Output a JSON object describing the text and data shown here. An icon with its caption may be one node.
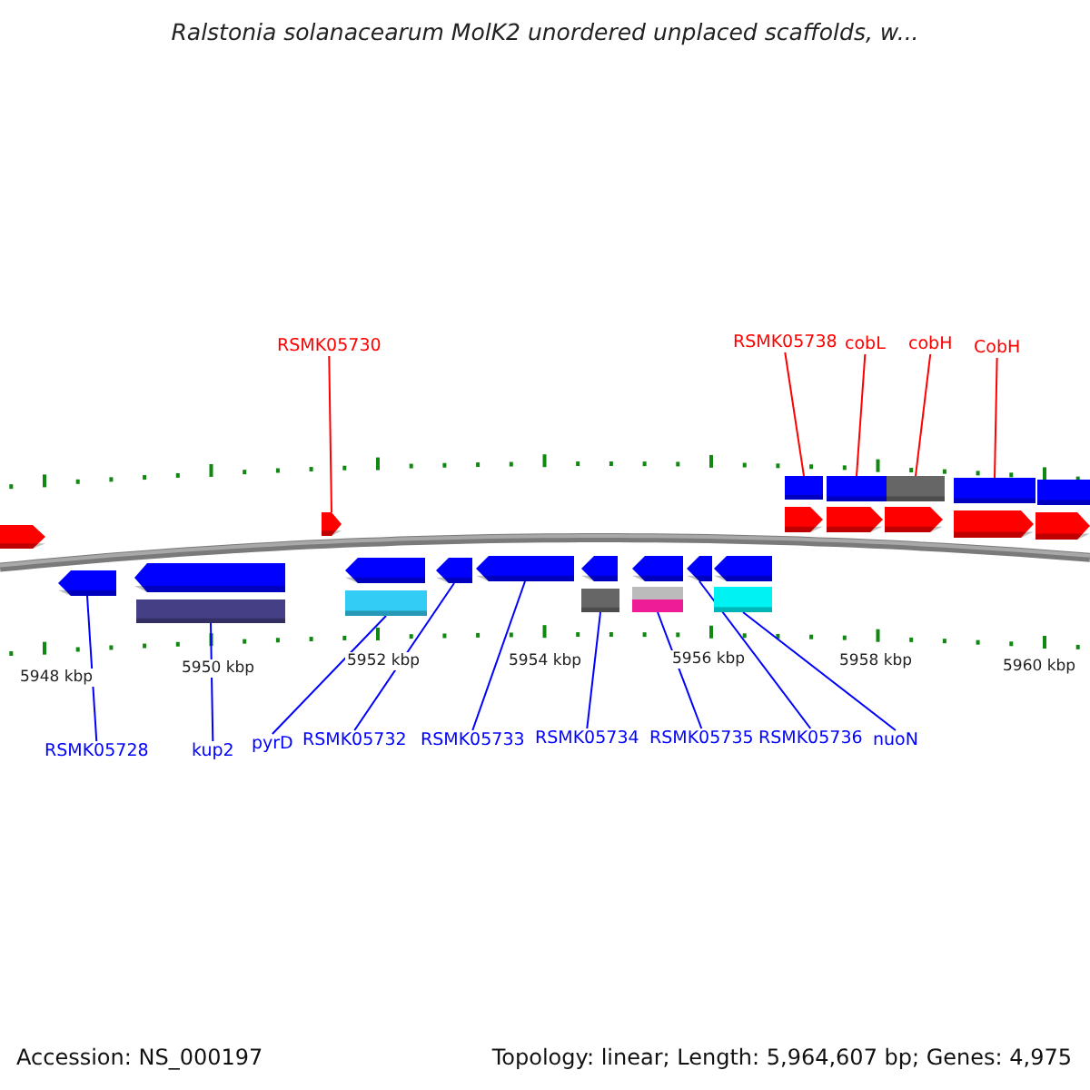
{
  "diagram": {
    "title": "Ralstonia solanacearum MolK2 unordered unplaced scaffolds, w...",
    "nodes": [
      {
        "text": [
          "RSMK05730"
        ]
      },
      {
        "text": [
          "RSMK05738"
        ]
      },
      {
        "text": [
          "cobL"
        ]
      },
      {
        "text": [
          "cobH"
        ]
      },
      {
        "text": [
          "CobH"
        ]
      },
      {
        "text": [],
        "shape": "bar"
      },
      {
        "text": [],
        "shape": "bar"
      },
      {
        "text": [],
        "shape": "bar"
      },
      {
        "text": [],
        "shape": "bar"
      },
      {
        "text": [],
        "shape": "bar"
      },
      {
        "text": [],
        "shape": "pentagon"
      },
      {
        "text": [],
        "shape": "pentagon"
      },
      {
        "text": [],
        "shape": "pentagon"
      },
      {
        "text": [],
        "shape": "pentagon"
      },
      {
        "text": [],
        "shape": "pentagon"
      },
      {
        "text": [],
        "shape": "pentagon"
      },
      {
        "text": [],
        "shape": "pentagon"
      },
      {
        "text": [],
        "shape": "pentagon"
      },
      {
        "text": [],
        "shape": "pentagon"
      },
      {
        "text": [],
        "shape": "pentagon"
      },
      {
        "text": [],
        "shape": "pentagon"
      },
      {
        "text": [],
        "shape": "pentagon"
      },
      {
        "text": [],
        "shape": "pentagon"
      },
      {
        "text": [],
        "shape": "pentagon"
      },
      {
        "text": [],
        "shape": "pentagon"
      },
      {
        "text": [],
        "shape": "pentagon"
      },
      {
        "text": [],
        "shape": "bar"
      },
      {
        "text": [],
        "shape": "bar"
      },
      {
        "text": [],
        "shape": "bar"
      },
      {
        "text": [],
        "shape": "bar"
      },
      {
        "text": [],
        "shape": "bar"
      },
      {
        "text": [
          "RSMK05728"
        ]
      },
      {
        "text": [
          "kup2"
        ]
      },
      {
        "text": [
          "pyrD"
        ]
      },
      {
        "text": [
          "RSMK05732"
        ]
      },
      {
        "text": [
          "RSMK05733"
        ]
      },
      {
        "text": [
          "RSMK05734"
        ]
      },
      {
        "text": [
          "RSMK05735"
        ]
      },
      {
        "text": [
          "RSMK05736"
        ]
      },
      {
        "text": [
          "nuoN"
        ]
      }
    ],
    "edges": [
      {
        "from": 0,
        "to": 11,
        "arrow": "none",
        "color": "#ff0000"
      },
      {
        "from": 1,
        "to": 5,
        "arrow": "none",
        "color": "#ff0000"
      },
      {
        "from": 2,
        "to": 6,
        "arrow": "none",
        "color": "#ff0000"
      },
      {
        "from": 3,
        "to": 7,
        "arrow": "none",
        "color": "#ff0000"
      },
      {
        "from": 4,
        "to": 8,
        "arrow": "none",
        "color": "#ff0000"
      },
      {
        "from": 31,
        "to": 17,
        "arrow": "none"
      },
      {
        "from": 32,
        "to": 26,
        "arrow": "none"
      },
      {
        "from": 33,
        "to": 27,
        "arrow": "none"
      },
      {
        "from": 34,
        "to": 20,
        "arrow": "none"
      },
      {
        "from": 35,
        "to": 21,
        "arrow": "none"
      },
      {
        "from": 36,
        "to": 28,
        "arrow": "none"
      },
      {
        "from": 37,
        "to": 29,
        "arrow": "none"
      },
      {
        "from": 38,
        "to": 24,
        "arrow": "none"
      },
      {
        "from": 39,
        "to": 30,
        "arrow": "none"
      }
    ],
    "labels": [
      "5948 kbp",
      "5950 kbp",
      "5952 kbp",
      "5954 kbp",
      "5956 kbp",
      "5958 kbp",
      "5960 kbp",
      "Accession: NS_000197",
      "Topology: linear; Length: 5,964,607 bp; Genes: 4,975"
    ]
  }
}
